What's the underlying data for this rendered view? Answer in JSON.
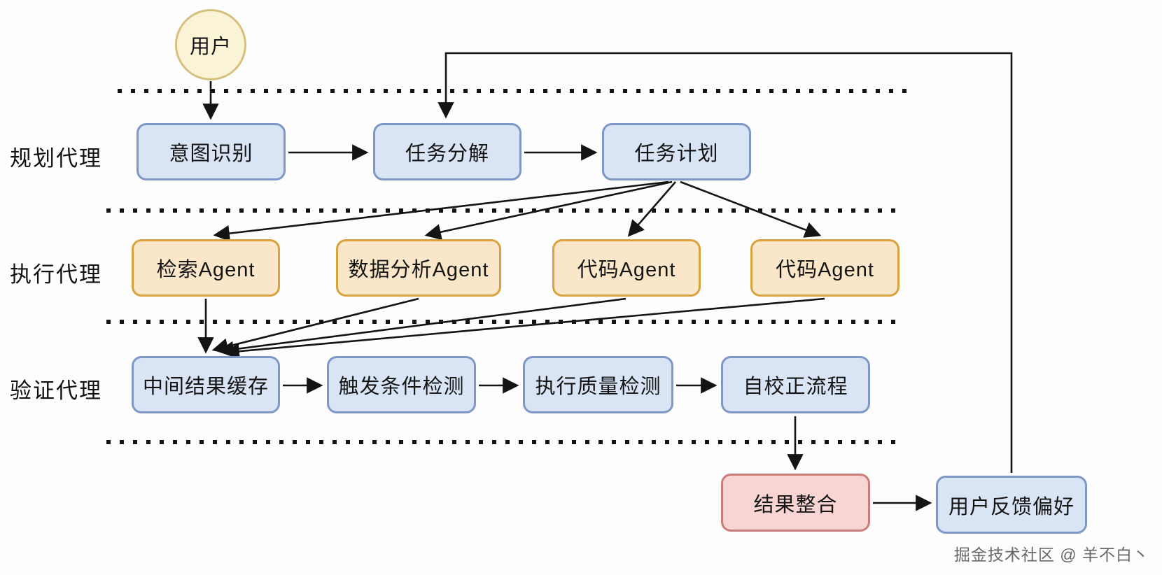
{
  "lanes": [
    {
      "label": "规划代理"
    },
    {
      "label": "执行代理"
    },
    {
      "label": "验证代理"
    }
  ],
  "nodes": {
    "user": {
      "label": "用户"
    },
    "intent_recognition": {
      "label": "意图识别"
    },
    "task_decomposition": {
      "label": "任务分解"
    },
    "task_plan": {
      "label": "任务计划"
    },
    "retrieval_agent": {
      "label": "检索Agent"
    },
    "data_analysis_agent": {
      "label": "数据分析Agent"
    },
    "code_agent_1": {
      "label": "代码Agent"
    },
    "code_agent_2": {
      "label": "代码Agent"
    },
    "intermediate_result_cache": {
      "label": "中间结果缓存"
    },
    "trigger_condition_detection": {
      "label": "触发条件检测"
    },
    "execution_quality_detection": {
      "label": "执行质量检测"
    },
    "self_correction_process": {
      "label": "自校正流程"
    },
    "result_integration": {
      "label": "结果整合"
    },
    "user_feedback_preference": {
      "label": "用户反馈偏好"
    }
  },
  "edges": [
    {
      "from": "user",
      "to": "intent_recognition"
    },
    {
      "from": "intent_recognition",
      "to": "task_decomposition"
    },
    {
      "from": "task_decomposition",
      "to": "task_plan"
    },
    {
      "from": "task_plan",
      "to": "retrieval_agent"
    },
    {
      "from": "task_plan",
      "to": "data_analysis_agent"
    },
    {
      "from": "task_plan",
      "to": "code_agent_1"
    },
    {
      "from": "task_plan",
      "to": "code_agent_2"
    },
    {
      "from": "retrieval_agent",
      "to": "intermediate_result_cache"
    },
    {
      "from": "data_analysis_agent",
      "to": "intermediate_result_cache"
    },
    {
      "from": "code_agent_1",
      "to": "intermediate_result_cache"
    },
    {
      "from": "code_agent_2",
      "to": "intermediate_result_cache"
    },
    {
      "from": "intermediate_result_cache",
      "to": "trigger_condition_detection"
    },
    {
      "from": "trigger_condition_detection",
      "to": "execution_quality_detection"
    },
    {
      "from": "execution_quality_detection",
      "to": "self_correction_process"
    },
    {
      "from": "self_correction_process",
      "to": "result_integration"
    },
    {
      "from": "result_integration",
      "to": "user_feedback_preference"
    },
    {
      "from": "user_feedback_preference",
      "to": "task_decomposition"
    }
  ],
  "watermark": "掘金技术社区 @ 羊不白丶",
  "colors": {
    "planning_node_fill": "#d9e5f5",
    "planning_node_border": "#7e97c6",
    "execution_node_fill": "#fae6c8",
    "execution_node_border": "#d9a23e",
    "result_node_fill": "#f8d5d2",
    "result_node_border": "#c97d78",
    "user_node_fill": "#fbf3d6",
    "user_node_border": "#d6c07e",
    "arrow": "#141414",
    "background": "#fdfdfd"
  }
}
